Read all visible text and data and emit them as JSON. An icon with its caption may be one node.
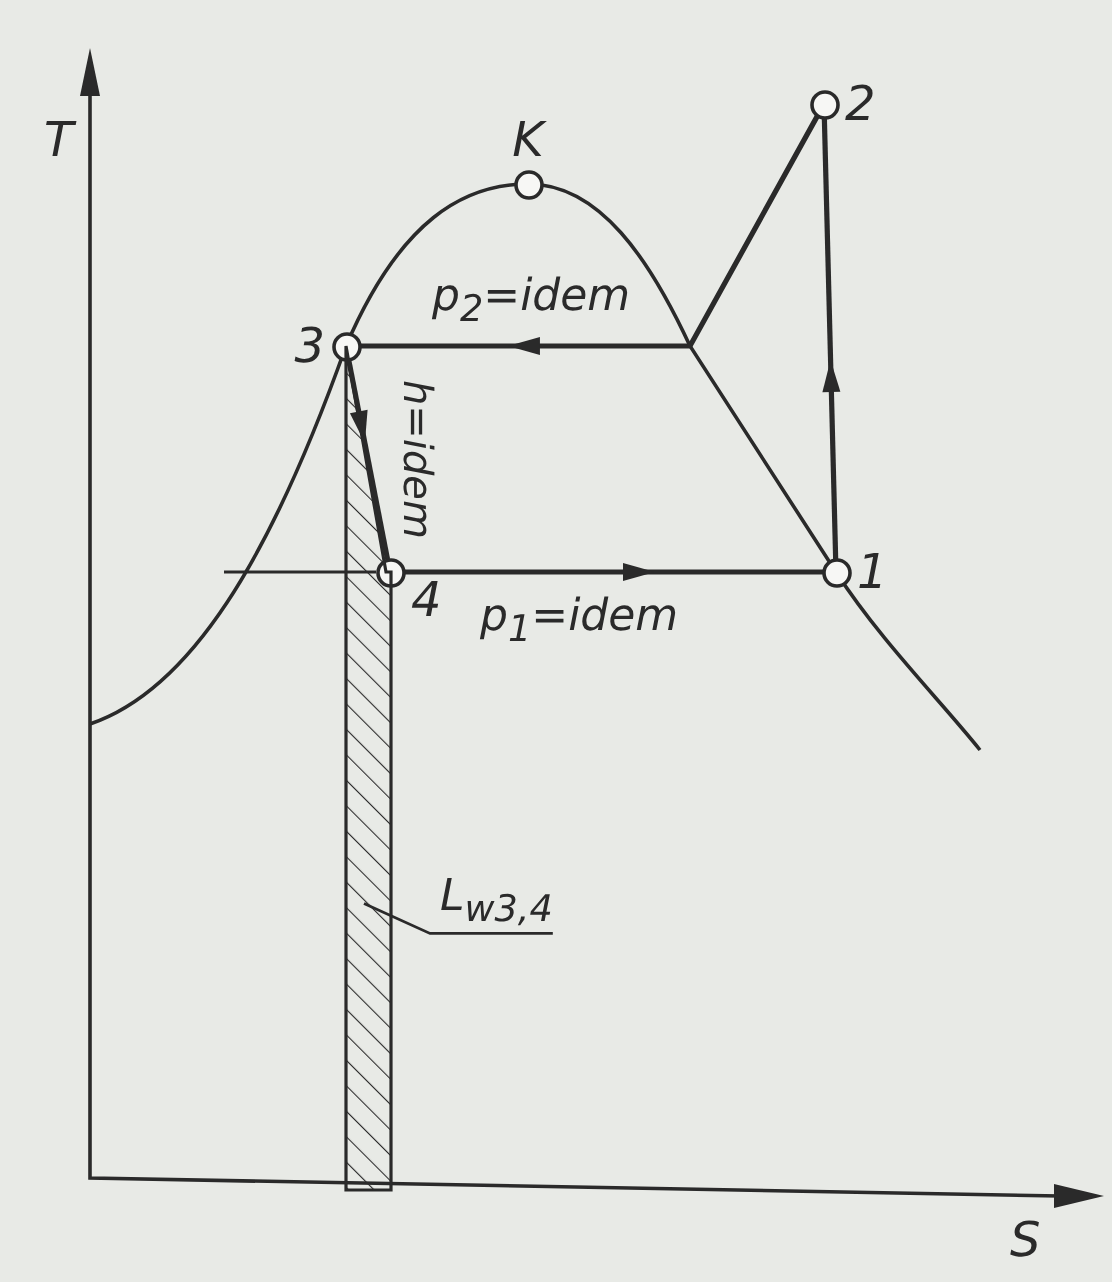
{
  "diagram": {
    "nodes": [
      {
        "text": [
          "K"
        ]
      },
      {
        "text": [
          "2"
        ]
      },
      {
        "text": [
          "3"
        ]
      },
      {
        "text": [
          "4"
        ]
      },
      {
        "text": [
          "1"
        ]
      },
      {
        "text": [
          "L$_{w3,4}$"
        ]
      },
      {
        "text": [],
        "shape": "box"
      }
    ],
    "edges": [
      {
        "from": 4,
        "to": 1,
        "arrow": "to"
      },
      {
        "from": 1,
        "to": 2,
        "arrow": "to",
        "label": "p$_{2}$=idem"
      },
      {
        "from": 2,
        "to": 3,
        "arrow": "to",
        "label": "h=idem"
      },
      {
        "from": 3,
        "to": 4,
        "arrow": "to",
        "label": "p$_{1}$=idem"
      },
      {
        "from": 5,
        "to": 6,
        "arrow": "none"
      }
    ],
    "labels": [
      "T",
      "S"
    ]
  }
}
